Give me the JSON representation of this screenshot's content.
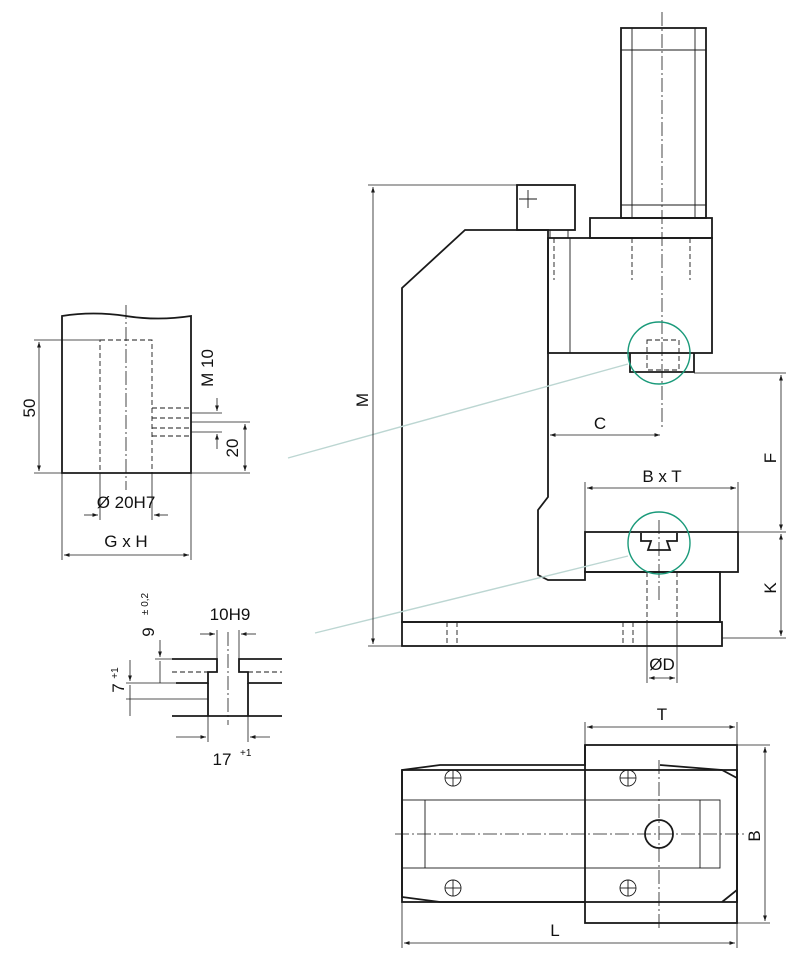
{
  "drawing": {
    "labels": {
      "M": "M",
      "C": "C",
      "F": "F",
      "K": "K",
      "BxT": "B x T",
      "OD": "ØD",
      "T": "T",
      "B": "B",
      "L": "L"
    },
    "detail_bore": {
      "h50": "50",
      "m10": "M 10",
      "d20": "20",
      "bore": "Ø 20H7",
      "gh": "G x H"
    },
    "detail_slot": {
      "w10": "10H9",
      "h9": "9",
      "h9_tol": "± 0,2",
      "h7": "7",
      "h7_tol": "+1",
      "w17": "17",
      "w17_tol": "+1"
    }
  },
  "colors": {
    "highlight_circle": "#1a9a7a",
    "leader_line": "#bcd6d2",
    "line": "#1a1a1a"
  }
}
